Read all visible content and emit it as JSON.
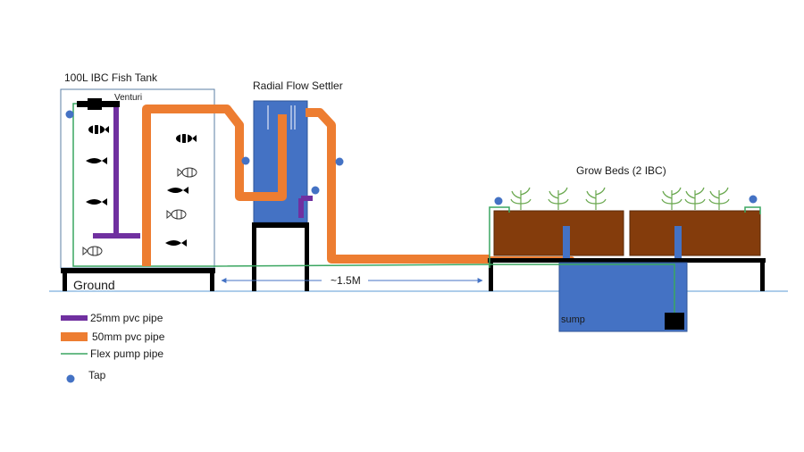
{
  "labels": {
    "fish_tank": "100L IBC Fish Tank",
    "venturi": "Venturi",
    "settler": "Radial Flow Settler",
    "grow_beds": "Grow Beds (2 IBC)",
    "ground": "Ground",
    "distance": "~1.5M",
    "sump": "sump"
  },
  "legend": {
    "items": [
      {
        "label": "25mm pvc pipe",
        "color": "#7030a0"
      },
      {
        "label": "50mm pvc pipe",
        "color": "#ed7d31"
      },
      {
        "label": "Flex pump pipe",
        "color": "#3aa660"
      },
      {
        "label": "Tap",
        "color": "#4472c4"
      }
    ]
  },
  "colors": {
    "water": "#4472c4",
    "soil": "#843c0c",
    "stand": "#000000",
    "pipe_25mm": "#7030a0",
    "pipe_50mm": "#ed7d31",
    "flex_pipe": "#3aa660",
    "tank_outline": "#5b7fa6",
    "ground_line": "#5b9bd5"
  }
}
